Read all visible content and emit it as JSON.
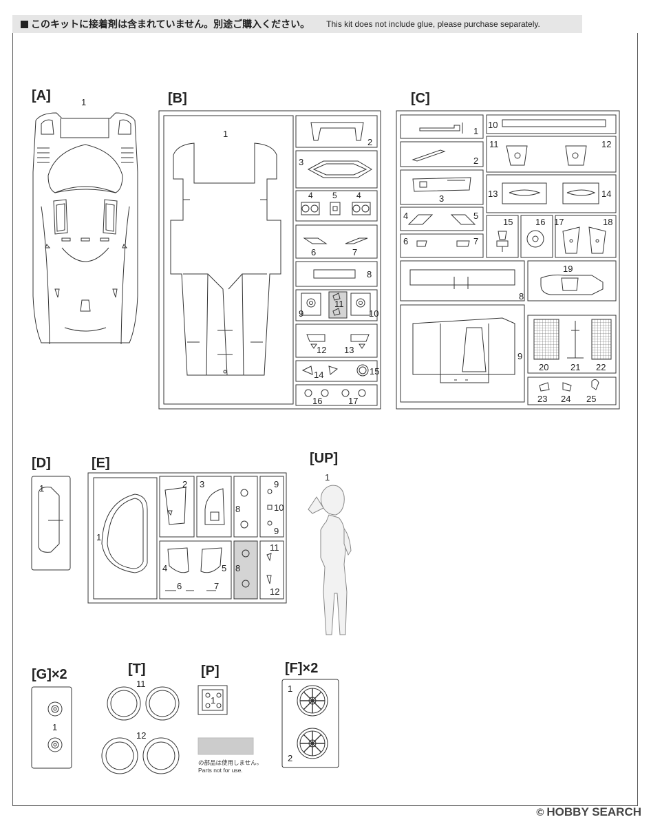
{
  "notice": {
    "jp": "このキットに接着剤は含まれていません。別途ご購入ください。",
    "en": "This kit does not include glue, please purchase separately."
  },
  "runners": {
    "A": {
      "label": "[A]",
      "parts": [
        "1"
      ]
    },
    "B": {
      "label": "[B]",
      "parts": [
        "1",
        "2",
        "3",
        "4",
        "5",
        "4",
        "6",
        "7",
        "8",
        "9",
        "11",
        "10",
        "12",
        "13",
        "14",
        "15",
        "16",
        "17"
      ]
    },
    "C": {
      "label": "[C]",
      "parts": [
        "1",
        "2",
        "3",
        "4",
        "5",
        "6",
        "7",
        "8",
        "9",
        "10",
        "11",
        "12",
        "13",
        "14",
        "15",
        "16",
        "17",
        "18",
        "19",
        "20",
        "21",
        "22",
        "23",
        "24",
        "25"
      ]
    },
    "D": {
      "label": "[D]",
      "parts": [
        "1"
      ]
    },
    "E": {
      "label": "[E]",
      "parts": [
        "1",
        "2",
        "3",
        "8",
        "9",
        "10",
        "9",
        "4",
        "5",
        "6",
        "7",
        "8",
        "11",
        "12"
      ]
    },
    "UP": {
      "label": "[UP]",
      "parts": [
        "1"
      ]
    },
    "G": {
      "label": "[G]×2",
      "parts": [
        "1"
      ]
    },
    "T": {
      "label": "[T]",
      "parts": [
        "11",
        "12"
      ]
    },
    "P": {
      "label": "[P]",
      "parts": [
        "1"
      ]
    },
    "F": {
      "label": "[F]×2",
      "parts": [
        "1",
        "2"
      ]
    }
  },
  "legend": {
    "jp": "の部品は使用しません。",
    "en": "Parts not for use."
  },
  "watermark": {
    "symbol": "©",
    "text": "HOBBY SEARCH"
  }
}
